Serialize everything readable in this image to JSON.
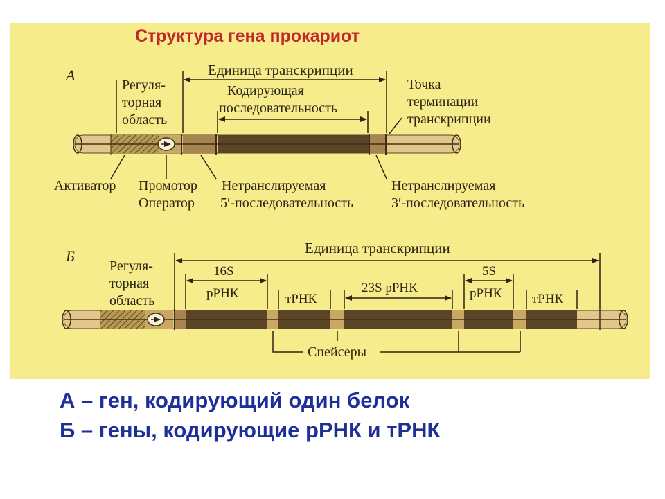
{
  "title": "Структура гена прокариот",
  "panel_a": {
    "letter": "А",
    "transcription_unit": "Единица транскрипции",
    "regulatory_region": [
      "Регуля-",
      "торная",
      "область"
    ],
    "coding_sequence": [
      "Кодирующая",
      "последовательность"
    ],
    "termination_point": [
      "Точка",
      "терминации",
      "транскрипции"
    ],
    "activator": "Активатор",
    "promoter": "Промотор",
    "operator": "Оператор",
    "utr5": [
      "Нетранслируемая",
      "5′-последовательность"
    ],
    "utr3": [
      "Нетранслируемая",
      "3′-последовательность"
    ]
  },
  "panel_b": {
    "letter": "Б",
    "transcription_unit": "Единица транскрипции",
    "regulatory_region": [
      "Регуля-",
      "торная",
      "область"
    ],
    "rrna16s": [
      "16S",
      "рРНК"
    ],
    "trna1": "тРНК",
    "rrna23s": "23S рРНК",
    "rrna5s": [
      "5S",
      "рРНК"
    ],
    "trna2": "тРНК",
    "spacers": "Спейсеры"
  },
  "captions": {
    "line1": "А – ген, кодирующий один белок",
    "line2": "Б – гены, кодирующие рРНК и тРНК"
  },
  "colors": {
    "figure_background": "#f7ec8c",
    "title": "#c0282d",
    "caption": "#1f2f9a"
  }
}
